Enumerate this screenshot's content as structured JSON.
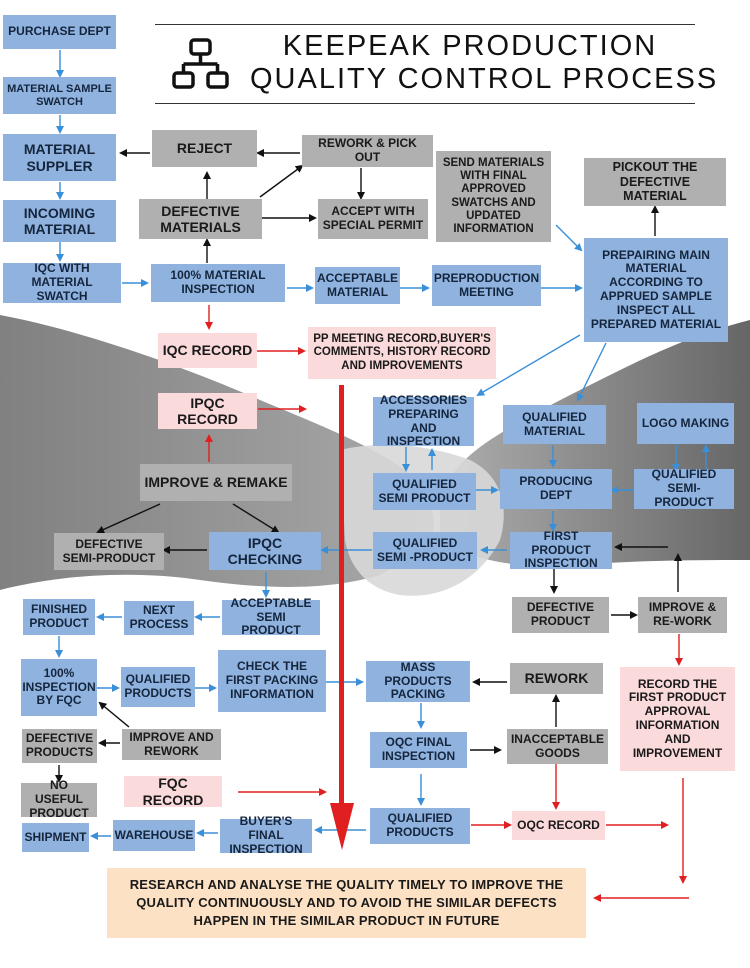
{
  "title": {
    "line1": "KEEPEAK PRODUCTION",
    "line2": "QUALITY CONTROL PROCESS"
  },
  "icon": "org-chart-icon",
  "colors": {
    "process": "#8fb3de",
    "decision": "#b0b0b0",
    "record": "#fbdadb",
    "conclusion": "#fde1c5",
    "black_arrow": "#111111",
    "blue_arrow": "#3a8fd9",
    "red_arrow": "#e02020"
  },
  "nodes": {
    "purchase_dept": "PURCHASE DEPT",
    "material_sample_swatch": "MATERIAL SAMPLE SWATCH",
    "material_suppler": "MATERIAL SUPPLER",
    "incoming_material": "INCOMING MATERIAL",
    "iqc_with_swatch": "IQC WITH MATERIAL SWATCH",
    "reject": "REJECT",
    "rework_pick_out": "REWORK & PICK OUT",
    "defective_materials": "DEFECTIVE MATERIALS",
    "accept_special_permit": "ACCEPT WITH SPECIAL PERMIT",
    "material_inspection": "100% MATERIAL INSPECTION",
    "acceptable_material": "ACCEPTABLE MATERIAL",
    "send_materials": "SEND MATERIALS WITH FINAL APPROVED SWATCHS AND UPDATED INFORMATION",
    "preproduction_meeting": "PREPRODUCTION MEETING",
    "pickout_defective": "PICKOUT THE DEFECTIVE MATERIAL",
    "prepairing_main": "PREPAIRING MAIN MATERIAL ACCORDING TO APPRUED SAMPLE INSPECT ALL PREPARED MATERIAL",
    "iqc_record": "IQC RECORD",
    "pp_meeting_record": "PP MEETING RECORD,BUYER'S COMMENTS, HISTORY RECORD AND IMPROVEMENTS",
    "ipqc_record": "IPQC RECORD",
    "accessories_preparing": "ACCESSORIES PREPARING AND INSPECTION",
    "qualified_material": "QUALIFIED MATERIAL",
    "logo_making": "LOGO MAKING",
    "improve_remake": "IMPROVE & REMAKE",
    "qualified_semi_product_1": "QUALIFIED SEMI PRODUCT",
    "producing_dept": "PRODUCING DEPT",
    "qualified_semi_product_2": "QUALIFIED SEMI-PRODUCT",
    "defective_semi_product": "DEFECTIVE SEMI-PRODUCT",
    "ipqc_checking": "IPQC CHECKING",
    "qualified_semi_product_3": "QUALIFIED SEMI -PRODUCT",
    "first_product_inspection": "FIRST PRODUCT INSPECTION",
    "finished_product": "FINISHED PRODUCT",
    "next_process": "NEXT PROCESS",
    "acceptable_semi_product": "ACCEPTABLE SEMI PRODUCT",
    "defective_product": "DEFECTIVE PRODUCT",
    "improve_rework_1": "IMPROVE & RE-WORK",
    "inspection_by_fqc": "100% INSPECTION BY FQC",
    "qualified_products_1": "QUALIFIED PRODUCTS",
    "check_first_packing": "CHECK THE FIRST PACKING INFORMATION",
    "mass_products_packing": "MASS PRODUCTS PACKING",
    "rework": "REWORK",
    "record_first_product": "RECORD THE FIRST PRODUCT APPROVAL INFORMATION AND IMPROVEMENT",
    "defective_products": "DEFECTIVE PRODUCTS",
    "improve_and_rework": "IMPROVE AND REWORK",
    "oqc_final_inspection": "OQC FINAL INSPECTION",
    "inacceptable_goods": "INACCEPTABLE GOODS",
    "no_useful_product": "NO USEFUL PRODUCT",
    "fqc_record": "FQC RECORD",
    "shipment": "SHIPMENT",
    "warehouse": "WAREHOUSE",
    "buyers_final_inspection": "BUYER'S FINAL INSPECTION",
    "qualified_products_2": "QUALIFIED PRODUCTS",
    "oqc_record": "OQC RECORD",
    "conclusion": "RESEARCH AND ANALYSE THE QUALITY TIMELY TO IMPROVE THE QUALITY CONTINUOUSLY AND TO AVOID THE SIMILAR DEFECTS HAPPEN IN THE SIMILAR PRODUCT IN FUTURE"
  }
}
